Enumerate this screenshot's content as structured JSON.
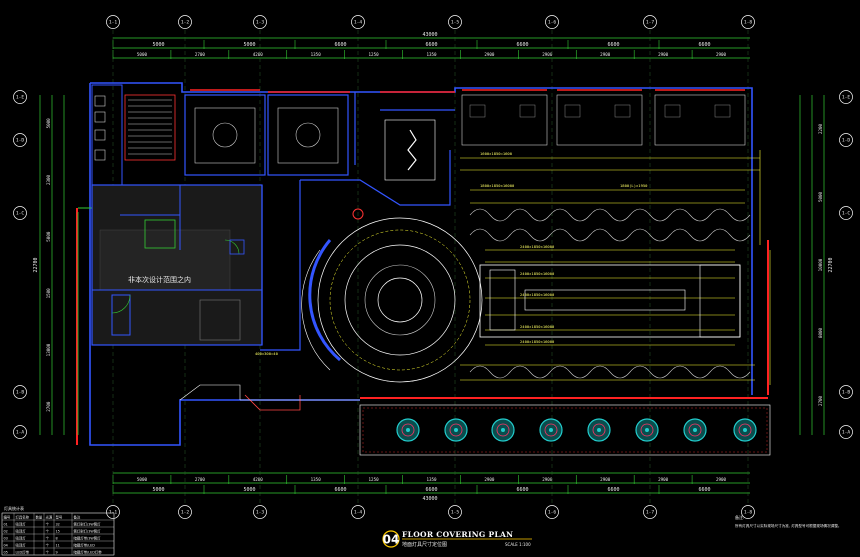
{
  "drawing": {
    "axes": [
      "1-1",
      "1-2",
      "1-3",
      "1-4",
      "1-5",
      "1-6",
      "1-7",
      "1-8"
    ],
    "row_axes": [
      "1-E",
      "1-D",
      "1-C",
      "1-B",
      "1-A"
    ],
    "overall_width": "43000",
    "overall_height": "22700",
    "top_dims_outer": [
      "5000",
      "5000",
      "6600",
      "6600",
      "6600",
      "6600",
      "6600"
    ],
    "top_dims_inner": [
      "5000",
      "2700",
      "4200",
      "1350",
      "1250",
      "1350",
      "2900",
      "2900",
      "2900",
      "2900",
      "2900"
    ],
    "bottom_dims_outer": [
      "5000",
      "5000",
      "6600",
      "6600",
      "6600",
      "6600",
      "6600"
    ],
    "bottom_dims_inner": [
      "5000",
      "2700",
      "4200",
      "1350",
      "1250",
      "1350",
      "2900",
      "2900",
      "2900",
      "2900",
      "2900"
    ],
    "left_dims": [
      "5000",
      "2300",
      "5000",
      "1500",
      "13000",
      "2700"
    ],
    "right_dims": [
      "2200",
      "5000",
      "10000",
      "8000",
      "2700"
    ],
    "room_label": "非本次设计范围之内",
    "lighting_labels": [
      "1600×1850=1600",
      "1800×1850×16000",
      "2400×1850×16000",
      "2400×1850×16000",
      "2400×1850×16000",
      "2400×1850×16000",
      "2400×1850×16000",
      "1800(L)×1950",
      "400×300=40"
    ],
    "legend": {
      "title": "灯具统计表",
      "headers": [
        "编号",
        "灯具名称",
        "数量",
        "光源",
        "型号",
        "备注"
      ],
      "rows": [
        [
          "01",
          "吸顶灯",
          "个",
          "32",
          "筒灯射灯/3W筒灯"
        ],
        [
          "02",
          "吸顶灯",
          "个",
          "15",
          "筒灯射灯/3W筒灯"
        ],
        [
          "03",
          "吸顶灯",
          "个",
          "8",
          "暗藏灯带/3W筒灯"
        ],
        [
          "04",
          "吸顶灯",
          "个",
          "11",
          "暗藏灯带/LED"
        ],
        [
          "05",
          "LED灯带",
          "个",
          "9",
          "暗藏灯带/LED灯带"
        ]
      ]
    },
    "sheet_number": "04",
    "title": "FLOOR COVERING PLAN",
    "subtitle": "地面灯具尺寸定位图",
    "scale": "SCALE 1:100",
    "notes_title": "备注:",
    "notes": "所有灯具尺寸以实际现场尺寸为准, 灯具型号可根据现场情况调整。"
  }
}
